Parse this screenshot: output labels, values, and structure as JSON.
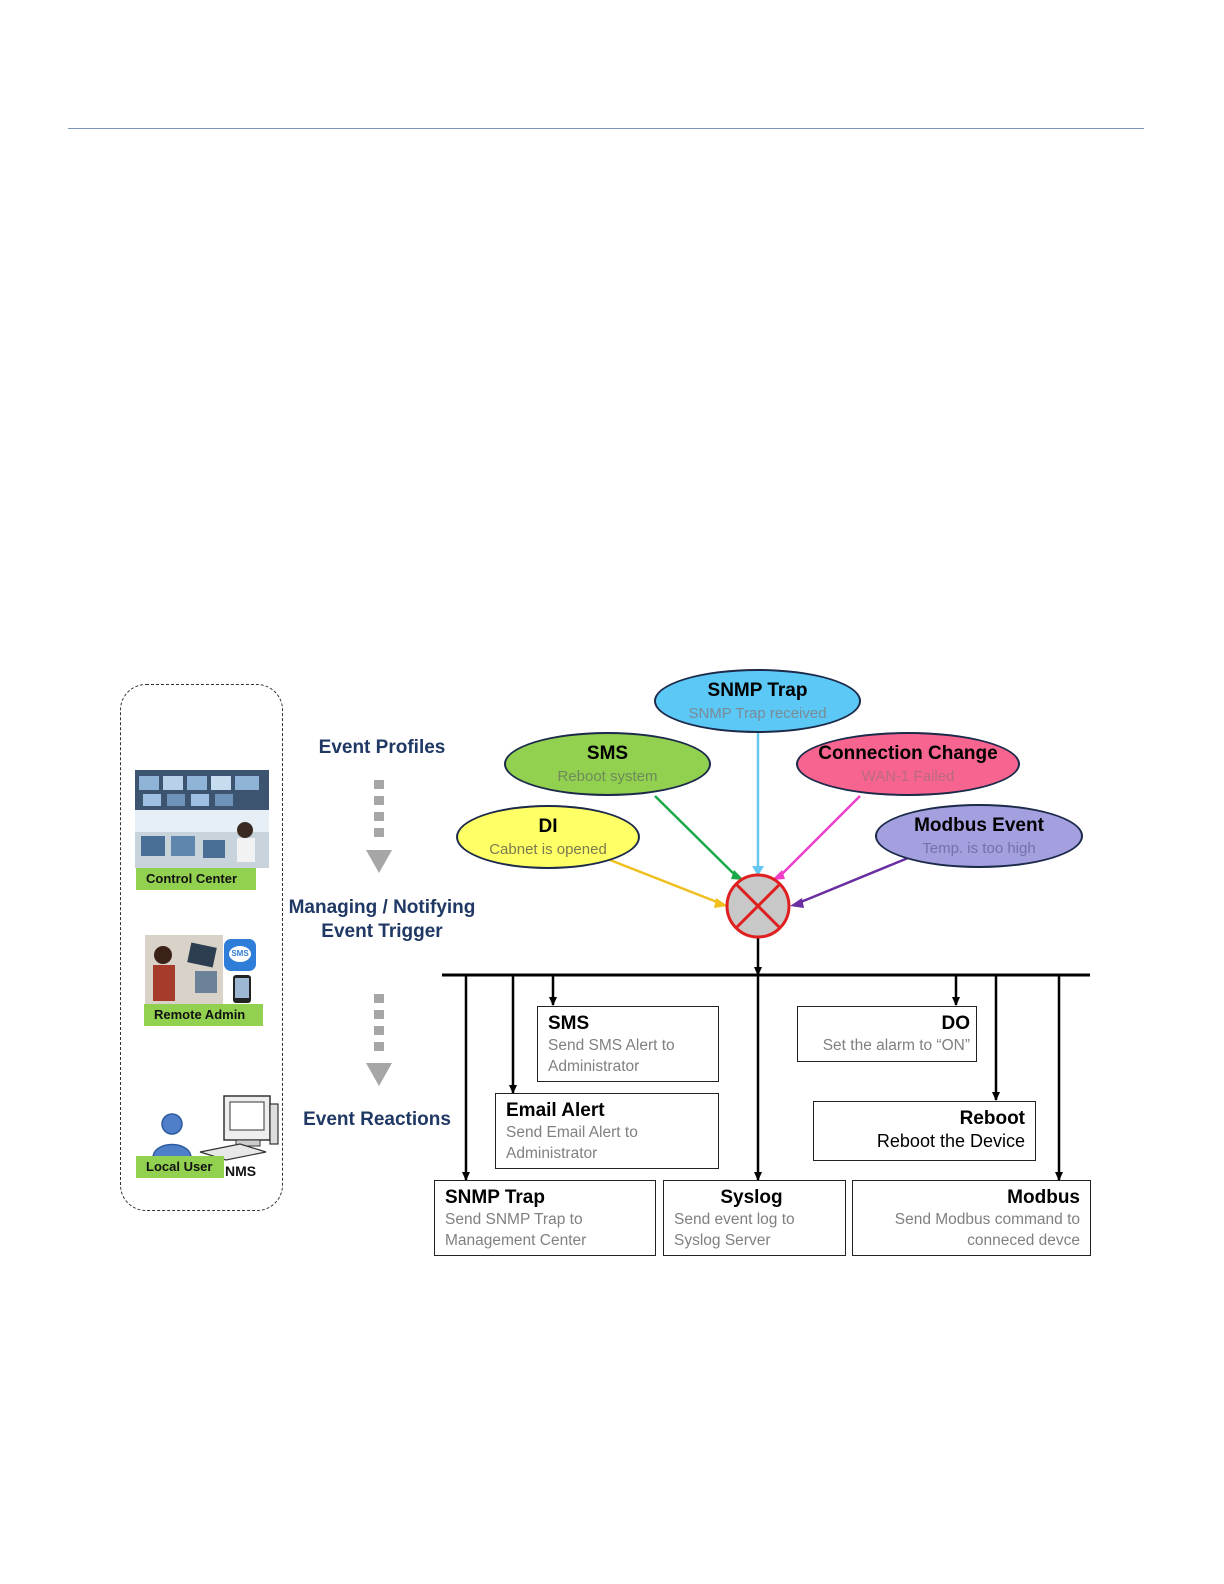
{
  "stages": {
    "event_profiles": "Event Profiles",
    "managing_line1": "Managing / Notifying",
    "managing_line2": "Event Trigger",
    "event_reactions": "Event Reactions"
  },
  "actors": {
    "control_center": "Control Center",
    "remote_admin": "Remote Admin",
    "local_user": "Local User",
    "nms": "NMS",
    "sms_badge": "SMS"
  },
  "event_profiles": [
    {
      "id": "snmp",
      "title": "SNMP Trap",
      "subtitle": "SNMP Trap received",
      "color": "#5bc8f5",
      "arrow_color": "#64c8f0"
    },
    {
      "id": "sms",
      "title": "SMS",
      "subtitle": "Reboot system",
      "color": "#92d050",
      "arrow_color": "#1aa84a"
    },
    {
      "id": "conn",
      "title": "Connection Change",
      "subtitle": "WAN-1 Failed",
      "color": "#f7648f",
      "arrow_color": "#f03cc8"
    },
    {
      "id": "di",
      "title": "DI",
      "subtitle": "Cabnet is opened",
      "color": "#ffff66",
      "arrow_color": "#f0c020"
    },
    {
      "id": "modbus",
      "title": "Modbus Event",
      "subtitle": "Temp. is too high",
      "color": "#a4a0e0",
      "arrow_color": "#6a2ea0"
    }
  ],
  "event_reactions": {
    "sms": {
      "title": "SMS",
      "desc_line1": "Send SMS Alert to",
      "desc_line2": "Administrator"
    },
    "email": {
      "title": "Email Alert",
      "desc_line1": "Send Email Alert to",
      "desc_line2": "Administrator"
    },
    "do": {
      "title": "DO",
      "desc_line1": "Set the alarm to “ON”"
    },
    "reboot": {
      "title": "Reboot",
      "desc_line1": "Reboot the Device"
    },
    "snmp": {
      "title": "SNMP Trap",
      "desc_line1": "Send SNMP Trap to",
      "desc_line2": "Management Center"
    },
    "syslog": {
      "title": "Syslog",
      "desc_line1": "Send  event log to",
      "desc_line2": "Syslog Server"
    },
    "modbus": {
      "title": "Modbus",
      "desc_line1": "Send Modbus command  to",
      "desc_line2": "conneced devce"
    }
  },
  "colors": {
    "stage_text": "#1f3864",
    "actor_label_bg": "#92d050",
    "trigger_fill": "#c8c8c8",
    "trigger_x": "#e02020"
  }
}
